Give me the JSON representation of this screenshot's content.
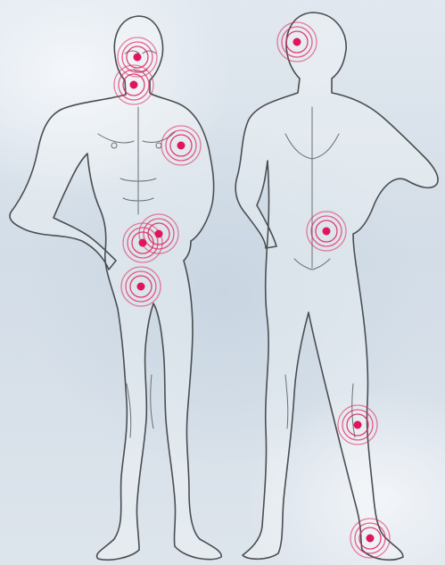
{
  "figures": [
    {
      "id": "front",
      "view": "front"
    },
    {
      "id": "back",
      "view": "back"
    }
  ],
  "accent_color": "#e0155a",
  "pain_points": [
    {
      "id": "jaw",
      "figure": "front"
    },
    {
      "id": "throat",
      "figure": "front"
    },
    {
      "id": "shoulder",
      "figure": "front"
    },
    {
      "id": "hip-right",
      "figure": "front"
    },
    {
      "id": "hip-left",
      "figure": "front"
    },
    {
      "id": "groin",
      "figure": "front"
    },
    {
      "id": "head-back",
      "figure": "back"
    },
    {
      "id": "lower-back",
      "figure": "back"
    },
    {
      "id": "knee-back",
      "figure": "back"
    },
    {
      "id": "ankle-back",
      "figure": "back"
    }
  ]
}
